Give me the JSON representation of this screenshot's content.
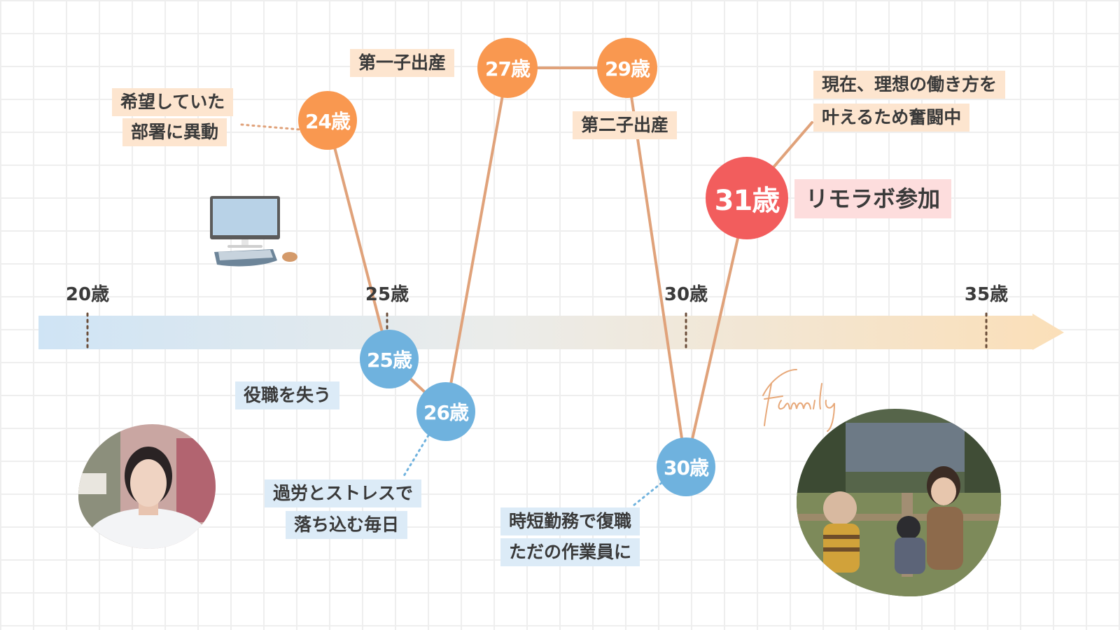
{
  "axis": {
    "ticks": [
      "20歳",
      "25歳",
      "30歳",
      "35歳"
    ]
  },
  "nodes": {
    "age24": "24歳",
    "age25": "25歳",
    "age26": "26歳",
    "age27": "27歳",
    "age29": "29歳",
    "age30": "30歳",
    "age31": "31歳"
  },
  "events": {
    "transfer_line1": "希望していた",
    "transfer_line2": "部署に異動",
    "lost_position": "役職を失う",
    "overwork_line1": "過労とストレスで",
    "overwork_line2": "落ち込む毎日",
    "first_child": "第一子出産",
    "second_child": "第二子出産",
    "return_line1": "時短勤務で復職",
    "return_line2": "ただの作業員に",
    "now_line1": "現在、理想の働き方を",
    "now_line2": "叶えるため奮闘中",
    "joined": "リモラボ参加"
  },
  "family_caption": "Family",
  "colors": {
    "peak": "#f99850",
    "low": "#6fb2de",
    "current": "#f25d5d",
    "connector": "#e0a27a",
    "arrow_start": "#cfe4f5",
    "arrow_end": "#fbdfb8"
  },
  "icons": [
    "computer-icon",
    "keyboard-icon",
    "mouse-icon"
  ]
}
